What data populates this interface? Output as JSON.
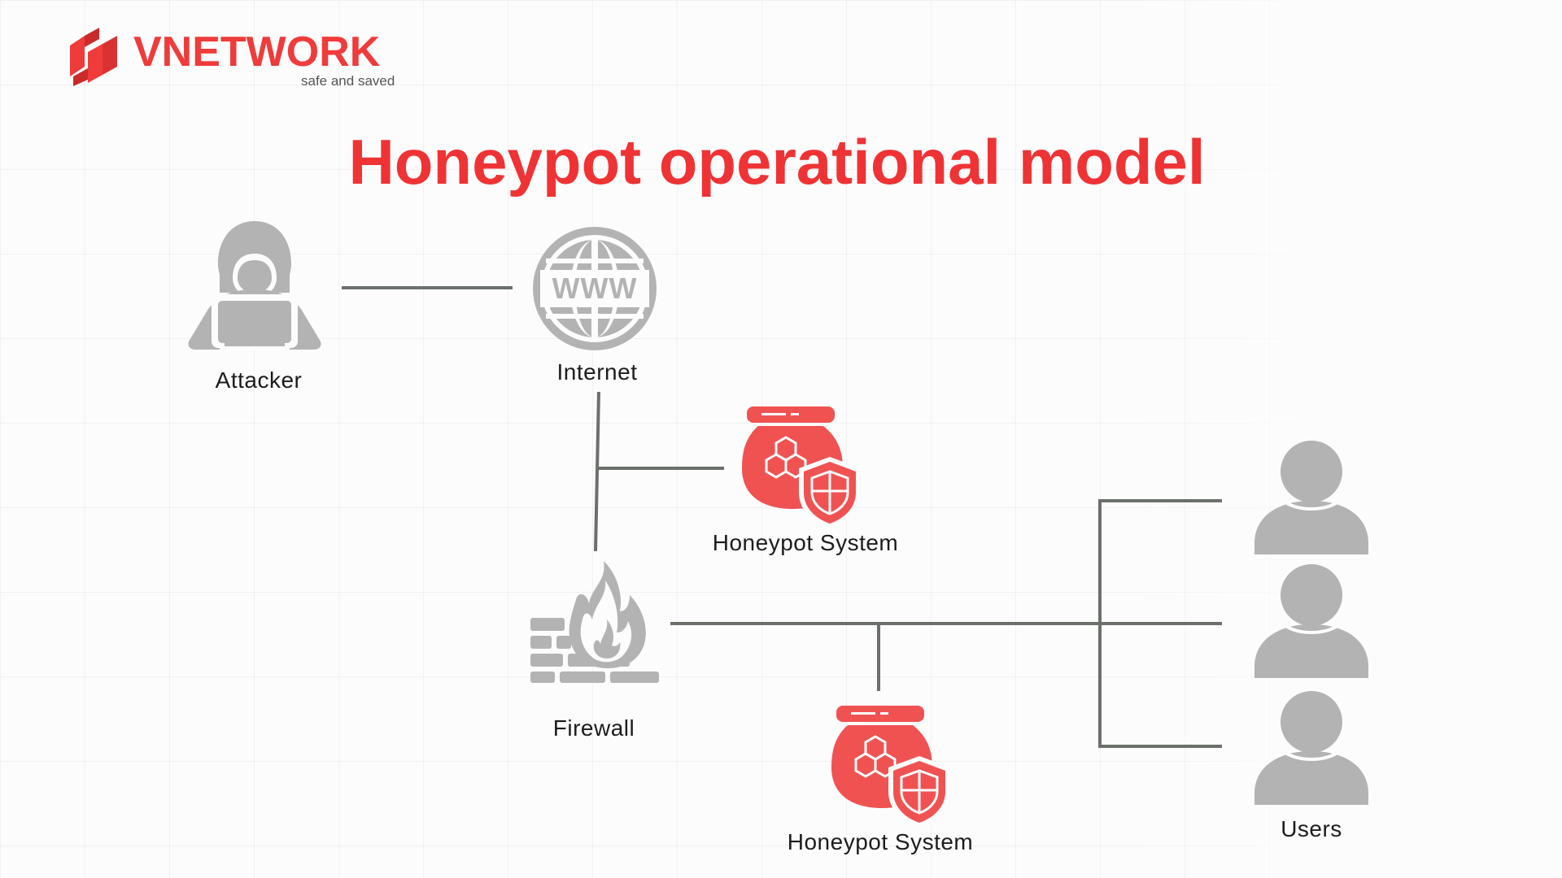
{
  "brand": {
    "name": "VNETWORK",
    "tagline": "safe and saved",
    "color": "#ef3b3a"
  },
  "title": "Honeypot operational model",
  "colors": {
    "title": "#ef3334",
    "icon_gray": "#b3b3b3",
    "icon_red": "#f05252",
    "link_line": "#6b706b"
  },
  "nodes": {
    "attacker": {
      "label": "Attacker",
      "icon": "hacker-icon"
    },
    "internet": {
      "label": "Internet",
      "icon": "globe-www-icon",
      "globe_text": "WWW"
    },
    "honeypot_top": {
      "label": "Honeypot System",
      "icon": "honeypot-shield-icon"
    },
    "firewall": {
      "label": "Firewall",
      "icon": "firewall-icon"
    },
    "honeypot_bottom": {
      "label": "Honeypot System",
      "icon": "honeypot-shield-icon"
    },
    "users": {
      "label": "Users",
      "icon": "user-icon",
      "count": 3
    }
  },
  "edges": [
    {
      "from": "attacker",
      "to": "internet"
    },
    {
      "from": "internet",
      "to": "firewall"
    },
    {
      "from": "internet",
      "to": "honeypot_top"
    },
    {
      "from": "firewall",
      "to": "honeypot_bottom"
    },
    {
      "from": "firewall",
      "to": "users"
    }
  ]
}
